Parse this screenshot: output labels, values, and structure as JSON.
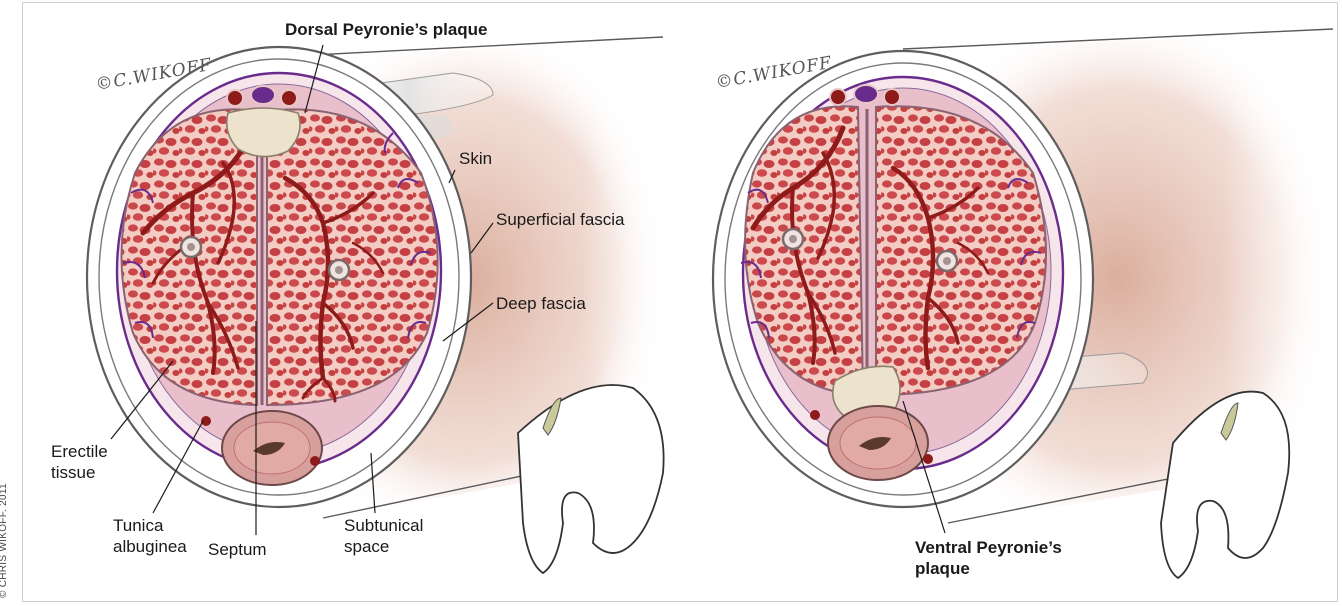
{
  "labels": {
    "dorsal_plaque": "Dorsal Peyronie’s plaque",
    "skin": "Skin",
    "superficial_fascia": "Superficial fascia",
    "deep_fascia": "Deep fascia",
    "erectile_tissue": "Erectile\ntissue",
    "tunica_albuginea": "Tunica\nalbuginea",
    "septum": "Septum",
    "subtunical_space": "Subtunical\nspace",
    "ventral_plaque": "Ventral Peyronie’s\nplaque"
  },
  "signatures": {
    "left": "©C.WIKOFF",
    "right": "©C.WIKOFF"
  },
  "credit": "© CHRIS WIKOFF. 2011",
  "colors": {
    "tissue_red": "#c9464a",
    "vessel_dark_red": "#8e1a1a",
    "fascia_purple": "#6a2c8c",
    "plaque_cream": "#ede2cc",
    "inner_pink": "#e8b8c4",
    "shaft_shadow": "#d7a592"
  }
}
